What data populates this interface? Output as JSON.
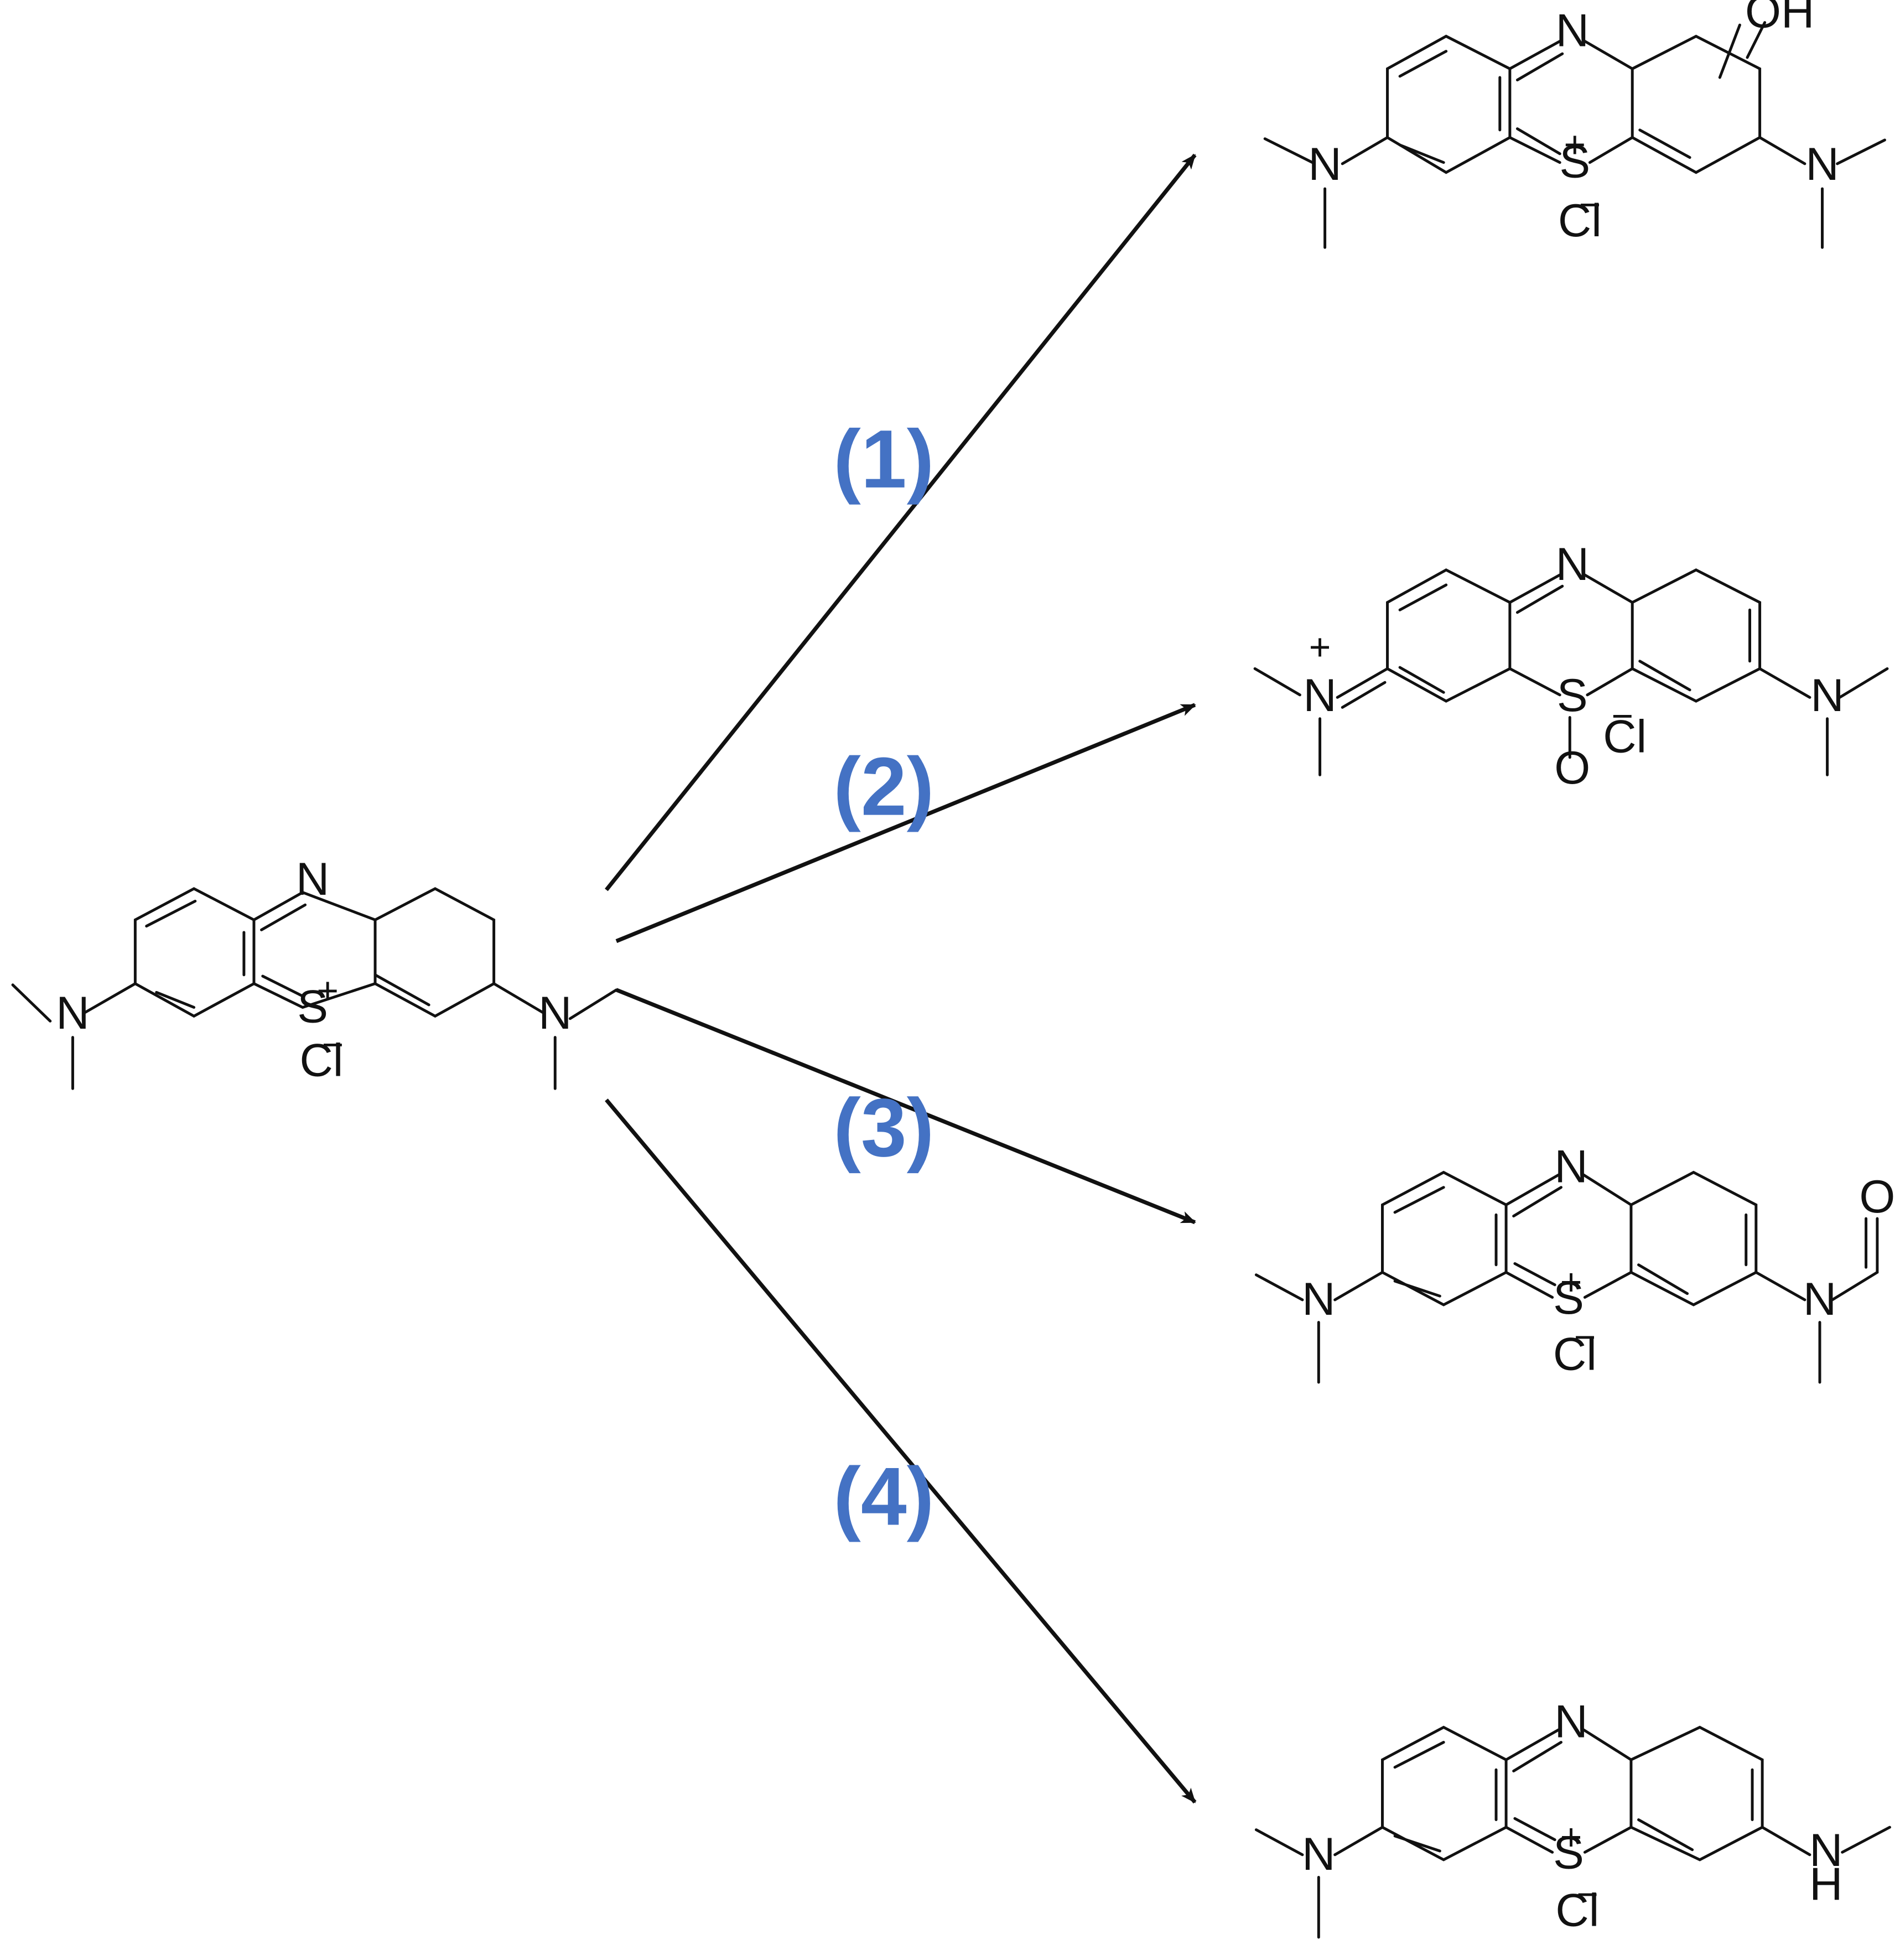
{
  "colors": {
    "bond": "#111111",
    "arrow": "#111111",
    "step_label": "#4472C4"
  },
  "atoms": {
    "N": "N",
    "S": "S",
    "O": "O",
    "OH": "OH",
    "H": "H",
    "Cl": "Cl",
    "plus": "+",
    "minus": "−"
  },
  "steps": [
    {
      "label": "(1)"
    },
    {
      "label": "(2)"
    },
    {
      "label": "(3)"
    },
    {
      "label": "(4)"
    }
  ]
}
